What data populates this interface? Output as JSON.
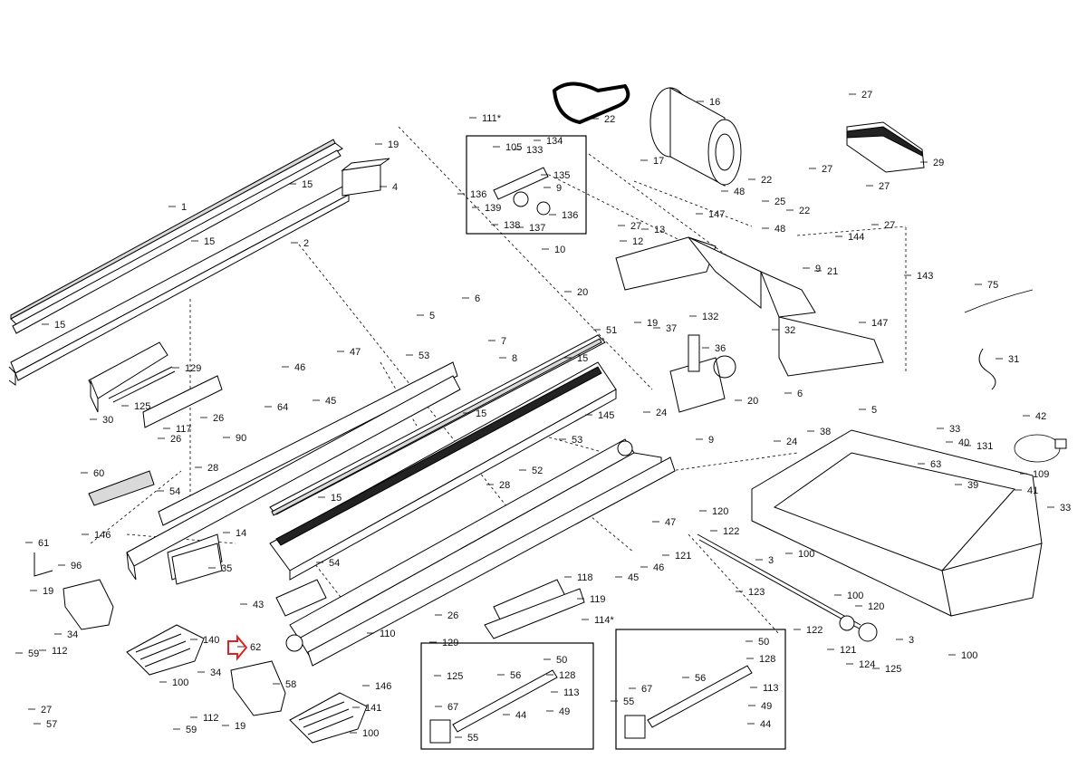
{
  "diagram": {
    "labels": [
      "1",
      "2",
      "3",
      "4",
      "5",
      "6",
      "7",
      "8",
      "9",
      "10",
      "12",
      "13",
      "14",
      "15",
      "16",
      "17",
      "19",
      "20",
      "21",
      "22",
      "24",
      "25",
      "26",
      "27",
      "28",
      "29",
      "30",
      "31",
      "32",
      "33",
      "34",
      "35",
      "36",
      "37",
      "38",
      "39",
      "40",
      "41",
      "42",
      "43",
      "44",
      "45",
      "46",
      "47",
      "48",
      "49",
      "50",
      "51",
      "52",
      "53",
      "54",
      "55",
      "56",
      "57",
      "58",
      "59",
      "60",
      "61",
      "62",
      "63",
      "64",
      "67",
      "75",
      "90",
      "96",
      "100",
      "105",
      "109",
      "110",
      "111*",
      "112",
      "113",
      "114*",
      "117",
      "118",
      "119",
      "120",
      "121",
      "122",
      "123",
      "124",
      "125",
      "128",
      "129",
      "131",
      "132",
      "133",
      "134",
      "135",
      "136",
      "137",
      "138",
      "139",
      "140",
      "141",
      "143",
      "144",
      "145",
      "146",
      "147"
    ],
    "highlight": {
      "label": "62",
      "color": "#e02020"
    }
  }
}
